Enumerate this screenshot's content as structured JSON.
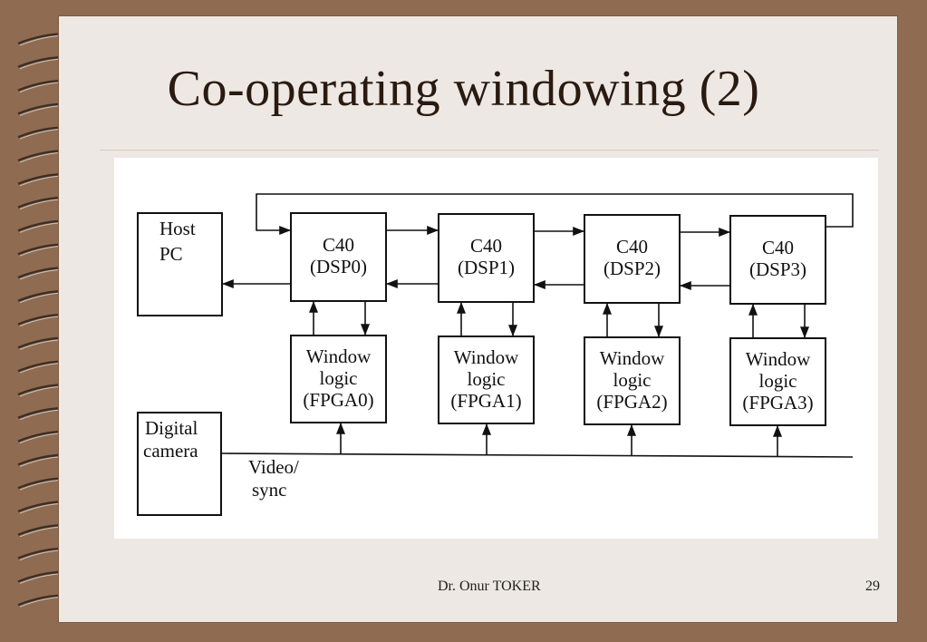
{
  "slide": {
    "title": "Co-operating windowing (2)",
    "footer_author": "Dr. Onur TOKER",
    "page_number": "29"
  },
  "diagram": {
    "host_pc": [
      "Host",
      "PC"
    ],
    "digital_camera": [
      "Digital",
      "camera"
    ],
    "video_sync": [
      "Video/",
      "sync"
    ],
    "dsps": [
      {
        "line1": "C40",
        "line2": "(DSP0)"
      },
      {
        "line1": "C40",
        "line2": "(DSP1)"
      },
      {
        "line1": "C40",
        "line2": "(DSP2)"
      },
      {
        "line1": "C40",
        "line2": "(DSP3)"
      }
    ],
    "fpgas": [
      {
        "line1": "Window",
        "line2": "logic",
        "line3": "(FPGA0)"
      },
      {
        "line1": "Window",
        "line2": "logic",
        "line3": "(FPGA1)"
      },
      {
        "line1": "Window",
        "line2": "logic",
        "line3": "(FPGA2)"
      },
      {
        "line1": "Window",
        "line2": "logic",
        "line3": "(FPGA3)"
      }
    ]
  },
  "colors": {
    "frame": "#8f6b51",
    "slide_background": "#ede8e3",
    "title_text": "#2a1a10"
  },
  "icons": {
    "binding": "spiral-binding-icon"
  }
}
